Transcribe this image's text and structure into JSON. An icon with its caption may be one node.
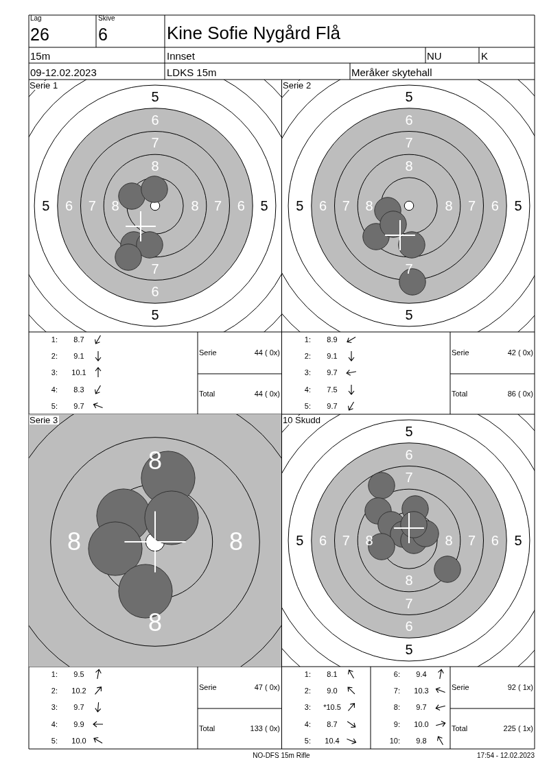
{
  "diagram": {
    "labels": [
      "Lag",
      "26",
      "Skive",
      "6",
      "Kine Sofie Nygård Flå",
      "15m",
      "Innset",
      "NU",
      "K",
      "09-12.02.2023",
      "LDKS 15m",
      "Meråker skytehall",
      "Serie 1",
      "5",
      "6",
      "7",
      "8",
      "5",
      "6",
      "7",
      "8",
      "8",
      "7",
      "6",
      "5",
      "7",
      "6",
      "5",
      "Serie 2",
      "5",
      "6",
      "7",
      "8",
      "5",
      "6",
      "7",
      "8",
      "8",
      "7",
      "6",
      "5",
      "7",
      "5",
      "1:",
      "8.7",
      "2:",
      "9.1",
      "3:",
      "10.1",
      "4:",
      "8.3",
      "5:",
      "9.7",
      "Serie",
      "44 ( 0x)",
      "Total",
      "44 ( 0x)",
      "1:",
      "8.9",
      "2:",
      "9.1",
      "3:",
      "9.7",
      "4:",
      "7.5",
      "5:",
      "9.7",
      "Serie",
      "42 ( 0x)",
      "Total",
      "86 ( 0x)",
      "Serie 3",
      "8",
      "8",
      "8",
      "8",
      "10 Skudd",
      "5",
      "6",
      "7",
      "5",
      "6",
      "7",
      "8",
      "8",
      "7",
      "6",
      "5",
      "8",
      "7",
      "6",
      "5",
      "1:",
      "9.5",
      "2:",
      "10.2",
      "3:",
      "9.7",
      "4:",
      "9.9",
      "5:",
      "10.0",
      "Serie",
      "47 ( 0x)",
      "Total",
      "133 ( 0x)",
      "1:",
      "8.1",
      "2:",
      "9.0",
      "3:",
      "*10.5",
      "4:",
      "8.7",
      "5:",
      "10.4",
      "6:",
      "9.4",
      "7:",
      "10.3",
      "8:",
      "9.7",
      "9:",
      "10.0",
      "10:",
      "9.8",
      "Serie",
      "92 ( 1x)",
      "Total",
      "225 ( 1x)",
      "NO-DFS 15m Rifle",
      "17:54 - 12.02.2023"
    ]
  }
}
